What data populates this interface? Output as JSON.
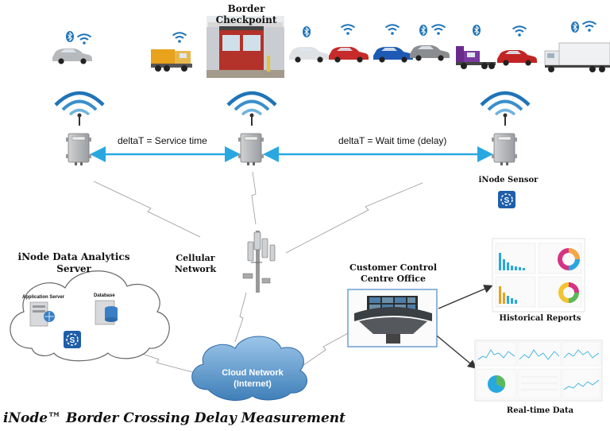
{
  "labels": {
    "border_checkpoint": "Border Checkpoint",
    "service_time": "deltaT = Service time",
    "wait_time": "deltaT = Wait time (delay)",
    "inode_sensor": "iNode Sensor",
    "analytics_server_line1": "iNode Data Analytics",
    "analytics_server_line2": "Server",
    "cellular_line1": "Cellular",
    "cellular_line2": "Network",
    "control_line1": "Customer Control",
    "control_line2": "Centre Office",
    "historical_reports": "Historical Reports",
    "realtime_data": "Real-time Data",
    "cloud_line1": "Cloud Network",
    "cloud_line2": "(Internet)",
    "application_server": "Application Server",
    "database": "Database",
    "title": "iNode™ Border Crossing Delay Measurement"
  },
  "colors": {
    "arrow": "#29a8e0",
    "wifi": "#1f74b8",
    "bluetooth": "#1f74b8",
    "cloud": "#6fa8d6",
    "cloud_dark": "#3f7fb8",
    "sensor": "#b9bcbf",
    "inode_logo": "#1f5ea8"
  },
  "icons": [
    "bluetooth-icon",
    "wifi-icon",
    "car-icon",
    "truck-icon",
    "booth-photo",
    "sensor-box",
    "cell-tower",
    "cloud",
    "monitor-icon",
    "control-room",
    "server-icon",
    "database-icon",
    "inode-logo"
  ]
}
